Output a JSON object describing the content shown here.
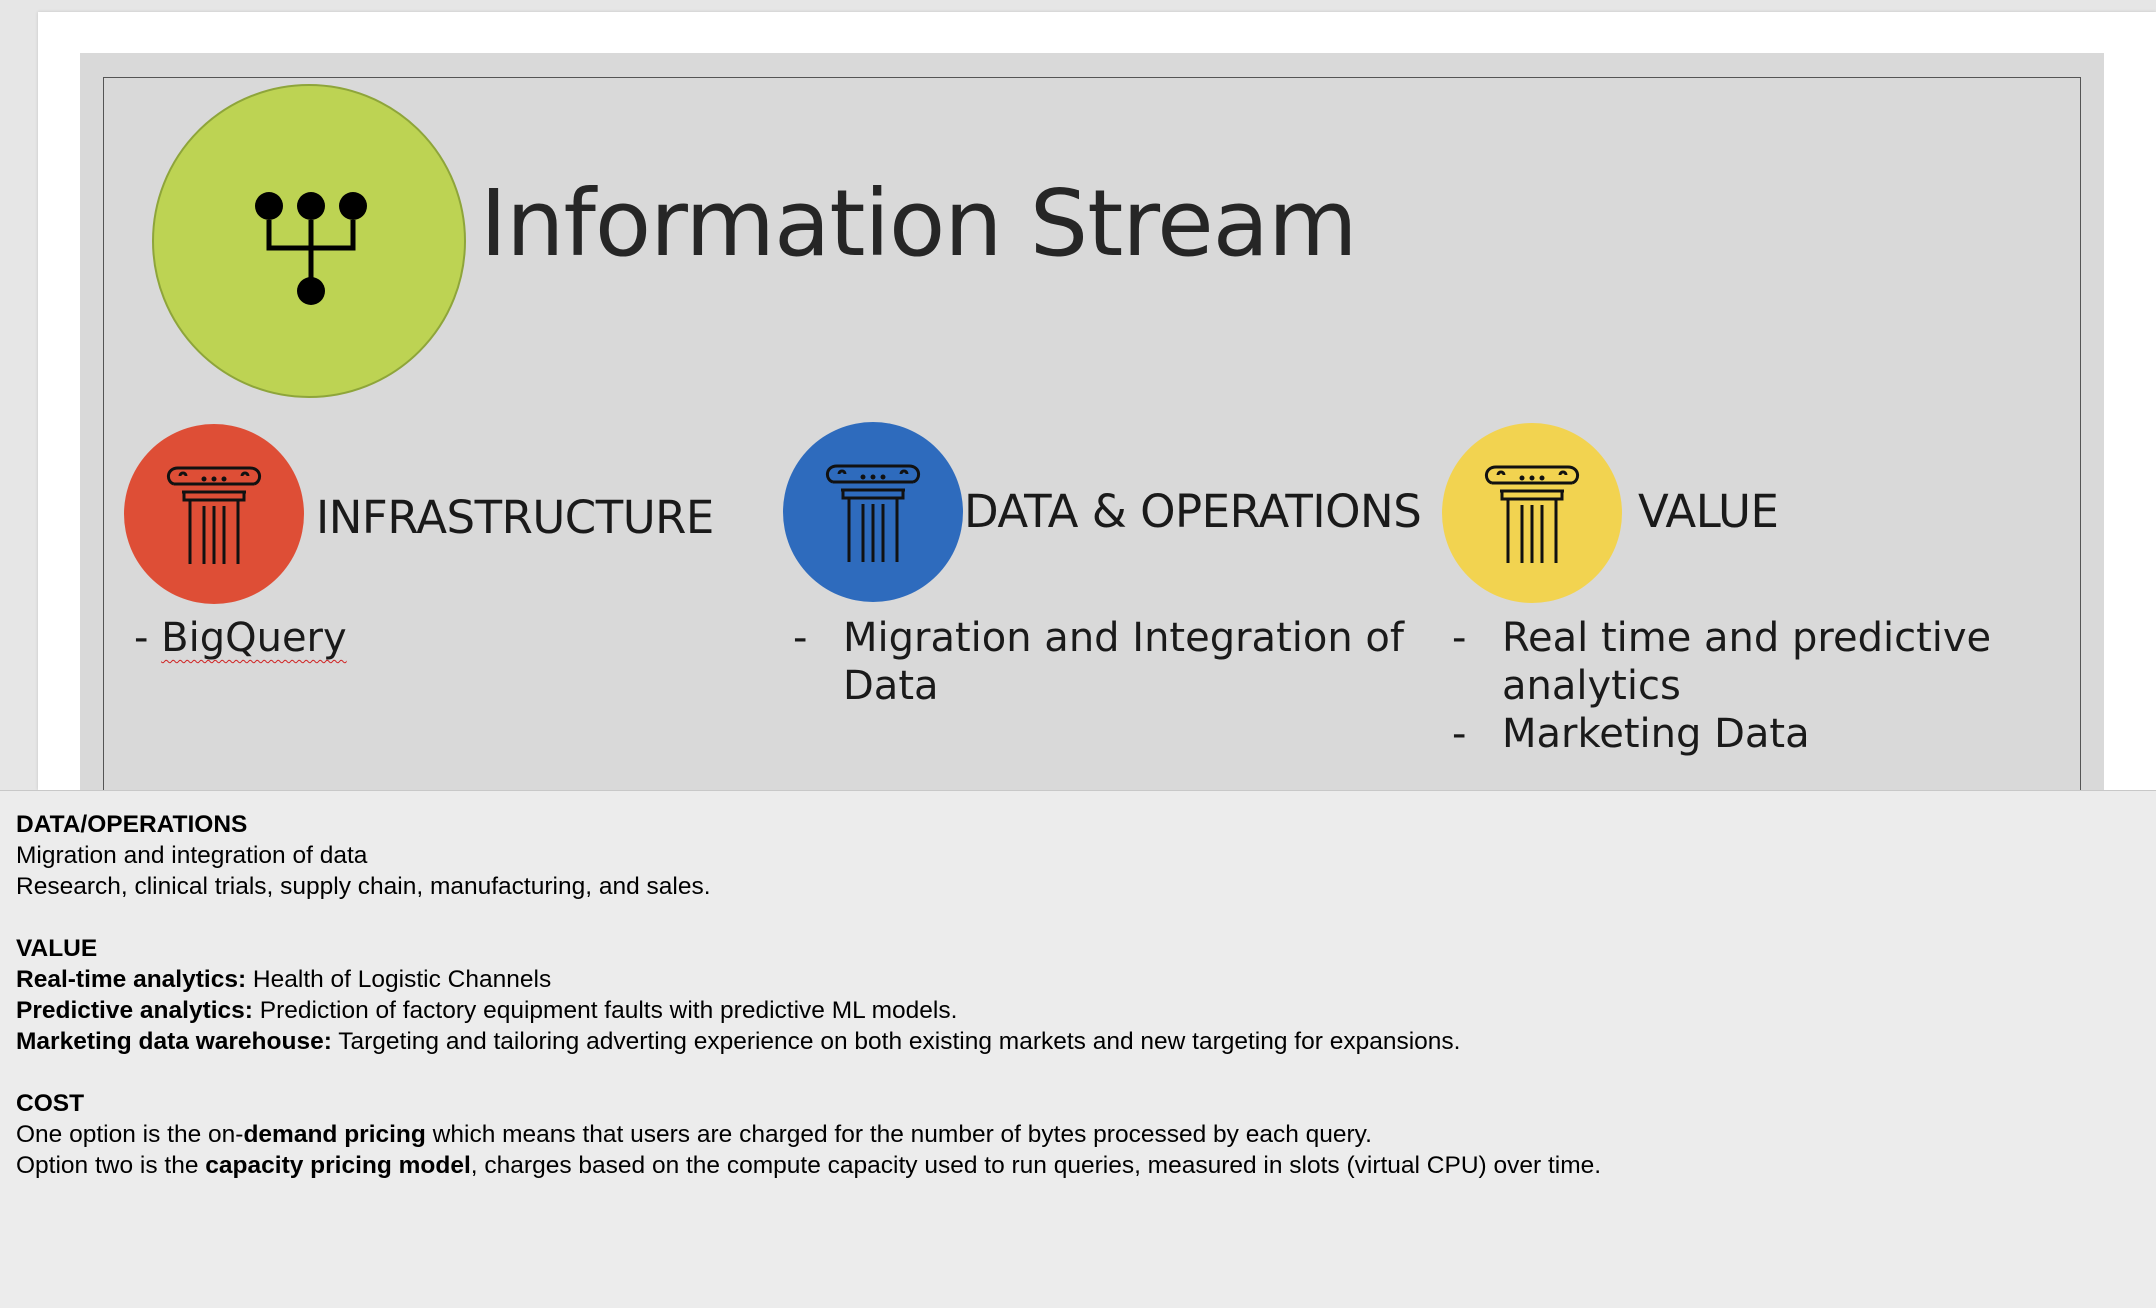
{
  "slide": {
    "title": "Information Stream",
    "hero_icon": "hierarchy-icon",
    "pillar_icon": "column-pillar-icon",
    "colors": {
      "hero": "#bdd353",
      "infrastructure": "#de4e36",
      "data_operations": "#2e6bbd",
      "value": "#f2d350",
      "slide_background": "#d9d9d9"
    },
    "columns": [
      {
        "label": "INFRASTRUCTURE",
        "bullet_prefix": "- ",
        "bullets": [
          "BigQuery"
        ]
      },
      {
        "label": "DATA & OPERATIONS",
        "bullets": [
          "Migration and Integration of Data"
        ]
      },
      {
        "label": "VALUE",
        "bullets": [
          "Real time and predictive analytics",
          "Marketing Data"
        ]
      }
    ],
    "dash": "-"
  },
  "notes": {
    "data_operations": {
      "heading": "DATA/OPERATIONS",
      "line1": "Migration and integration of data",
      "line2": "Research, clinical trials, supply chain, manufacturing, and sales."
    },
    "value": {
      "heading": "VALUE",
      "items": [
        {
          "label": "Real-time analytics:",
          "text": " Health of Logistic Channels"
        },
        {
          "label": "Predictive analytics:",
          "text": " Prediction of factory equipment faults with predictive ML models."
        },
        {
          "label": "Marketing data warehouse:",
          "text": " Targeting and tailoring adverting experience on both existing markets and new targeting for expansions."
        }
      ]
    },
    "cost": {
      "heading": "COST",
      "line1_a": "One option is the on-",
      "line1_b": "demand pricing",
      "line1_c": " which means that users are charged for the number of bytes processed by each query.",
      "line2_a": "Option two is the ",
      "line2_b": "capacity pricing model",
      "line2_c": ", charges based on the compute capacity used to run queries, measured in slots (virtual CPU) over time."
    }
  }
}
